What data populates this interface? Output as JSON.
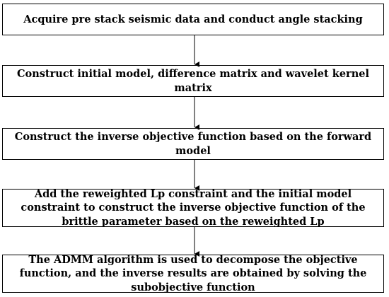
{
  "flowchart": {
    "steps": [
      {
        "text": "Acquire pre stack seismic data and conduct angle stacking"
      },
      {
        "text": "Construct initial model, difference matrix and wavelet kernel matrix"
      },
      {
        "text": "Construct the inverse objective function based on the forward model"
      },
      {
        "text": "Add the reweighted Lp constraint and the initial model constraint to construct the inverse objective function of the brittle parameter based on the reweighted Lp"
      },
      {
        "text": "The ADMM algorithm is used to decompose the objective function, and the inverse results are obtained by solving the subobjective function"
      }
    ]
  }
}
